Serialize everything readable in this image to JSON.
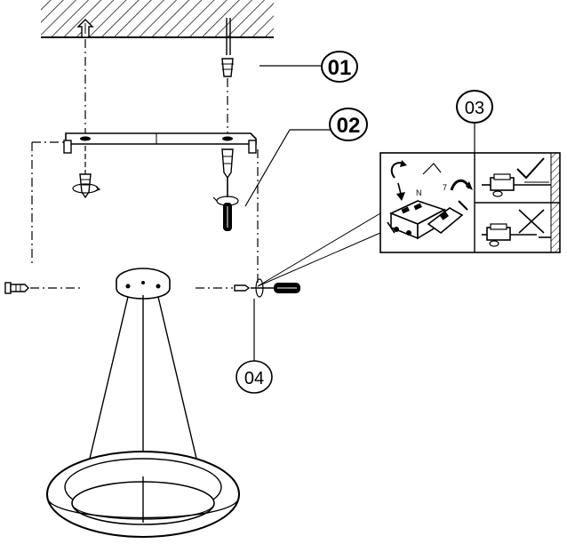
{
  "callouts": {
    "step1": "01",
    "step2": "02",
    "step3": "03",
    "step4": "04"
  },
  "icons": [
    "ceiling-hatch",
    "wall-plug",
    "screw",
    "mounting-bracket",
    "screwdriver",
    "terminal-block",
    "check-mark",
    "cross-mark",
    "pendant-ring-lamp"
  ],
  "colors": {
    "line": "#000000",
    "background": "#ffffff"
  }
}
